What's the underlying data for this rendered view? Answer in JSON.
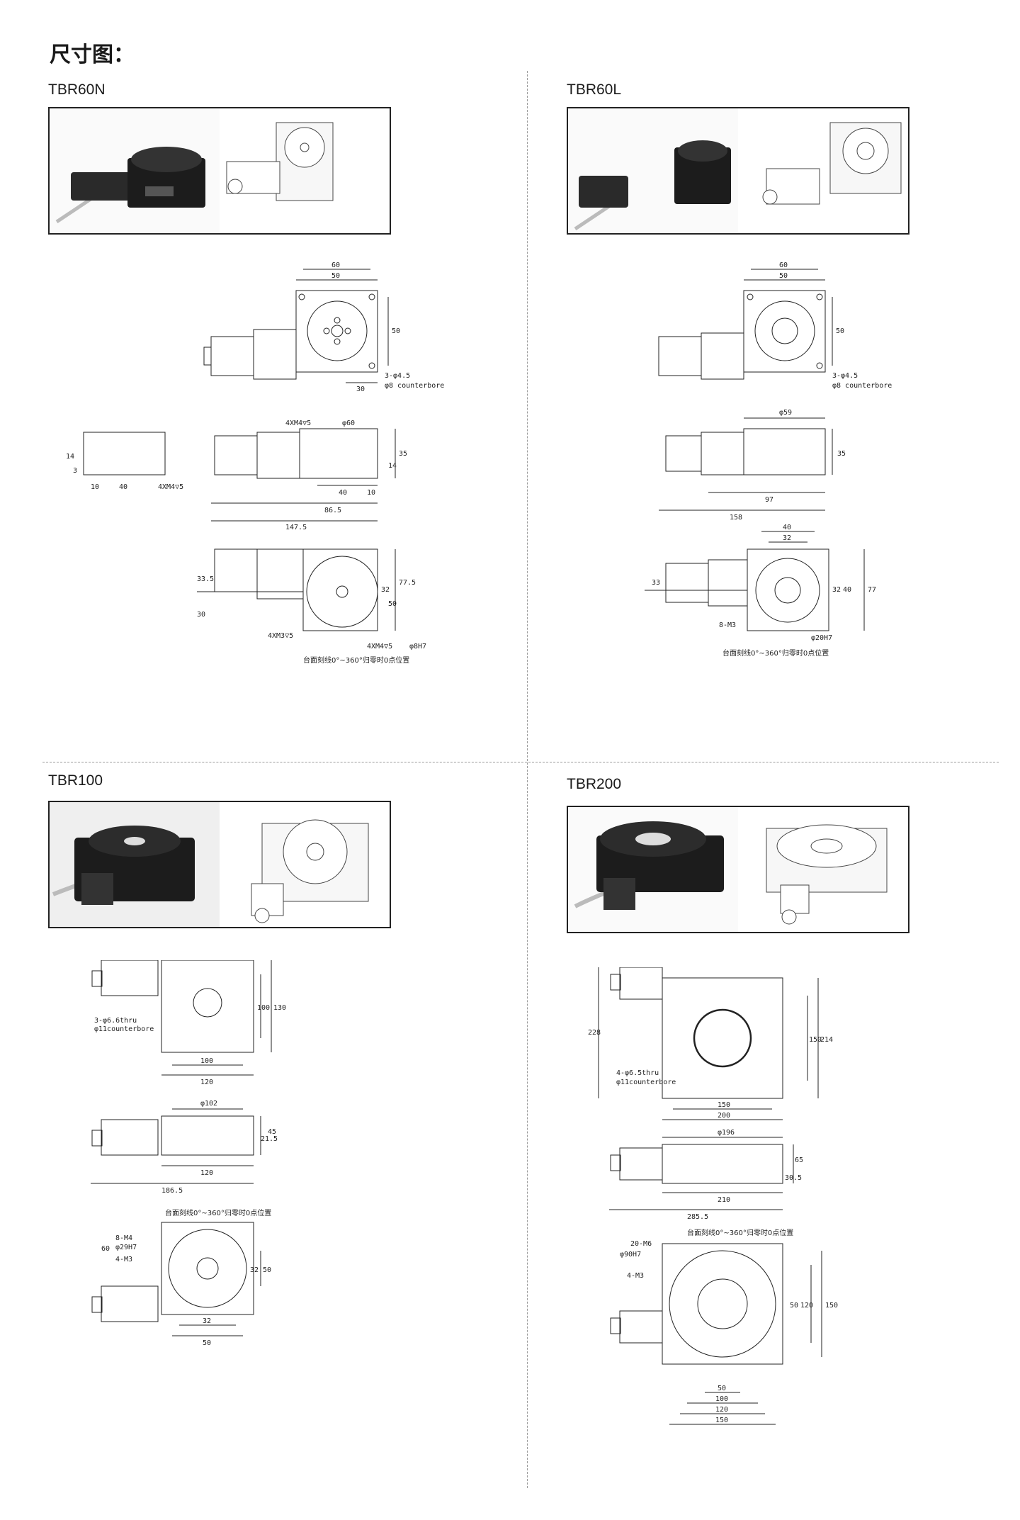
{
  "page": {
    "title": "尺寸图："
  },
  "products": [
    {
      "model": "TBR60N",
      "dims": {
        "top_width_60": "60",
        "top_width_50": "50",
        "top_height_50": "50",
        "bottom_30": "30",
        "hole_spec": "3-φ4.5",
        "counterbore": "φ8 counterbore",
        "side_thread": "4XM4▽5",
        "dia_60": "φ60",
        "front_40": "40",
        "front_10": "10",
        "width_86_5": "86.5",
        "h_35": "35",
        "h_14": "14",
        "total_147_5": "147.5",
        "left_14": "14",
        "left_3": "3",
        "left_10": "10",
        "left_40": "40",
        "left_thread": "4XM4▽5",
        "plan_33_5": "33.5",
        "plan_30": "30",
        "plan_32": "32",
        "plan_50": "50",
        "plan_77_5": "77.5",
        "plan_m3": "4XM3▽5",
        "plan_m4": "4XM4▽5",
        "plan_bore": "φ8H7",
        "zero_note": "台面刻线0°~360°归零时0点位置"
      }
    },
    {
      "model": "TBR60L",
      "dims": {
        "top_width_60": "60",
        "top_width_50": "50",
        "top_height_50": "50",
        "hole_spec": "3-φ4.5",
        "counterbore": "φ8 counterbore",
        "dia_59": "φ59",
        "h_35": "35",
        "len_97": "97",
        "len_158": "158",
        "plan_40": "40",
        "plan_32": "32",
        "plan_33": "33",
        "plan_32b": "32",
        "plan_40b": "40",
        "plan_77": "77",
        "plan_m3": "8-M3",
        "plan_bore": "φ20H7",
        "zero_note": "台面刻线0°~360°归零时0点位置"
      }
    },
    {
      "model": "TBR100",
      "dims": {
        "hole_spec": "3-φ6.6thru",
        "counterbore": "φ11counterbore",
        "w_100": "100",
        "w_120": "120",
        "h_100": "100",
        "h_130": "130",
        "dia_102": "φ102",
        "side_21_5": "21.5",
        "side_45": "45",
        "side_120": "120",
        "total_186_5": "186.5",
        "zero_note": "台面刻线0°~360°归零时0点位置",
        "plan_m4": "8-M4",
        "plan_bore": "φ29H7",
        "plan_m3": "4-M3",
        "plan_60": "60",
        "plan_32": "32",
        "plan_50": "50",
        "plan_32b": "32",
        "plan_50b": "50"
      }
    },
    {
      "model": "TBR200",
      "dims": {
        "h_228": "228",
        "hole_spec": "4-φ6.5thru",
        "counterbore": "φ11counterbore",
        "w_150": "150",
        "w_200": "200",
        "h_150": "150",
        "h_214": "214",
        "dia_196": "φ196",
        "side_65": "65",
        "side_30_5": "30.5",
        "side_210": "210",
        "total_285_5": "285.5",
        "zero_note": "台面刻线0°~360°归零时0点位置",
        "plan_m6": "20-M6",
        "plan_bore": "φ90H7",
        "plan_m3": "4-M3",
        "plan_50": "50",
        "plan_100": "100",
        "plan_120": "120",
        "plan_150": "150",
        "plan_50b": "50",
        "plan_120b": "120",
        "plan_150b": "150"
      }
    }
  ]
}
